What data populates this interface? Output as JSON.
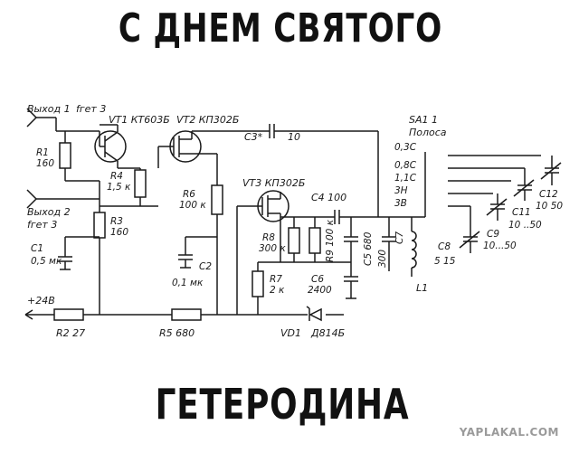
{
  "captions": {
    "top": "С ДНЕМ СВЯТОГО",
    "bottom": "ГЕТЕРОДИНА"
  },
  "watermark": "YAPLAKAL.COM",
  "schematic": {
    "labels": {
      "out1": "Выход 1",
      "fget1": "fгет 3",
      "out2": "Выход 2",
      "fget2": "fгет 3",
      "vt1": "VT1  КТ603Б",
      "vt2": "VT2  КП302Б",
      "vt3": "VT3  КП302Б",
      "c3": "С3*",
      "c3v": "10",
      "r1": "R1",
      "r1v": "160",
      "r3": "R3",
      "r3v": "160",
      "r4": "R4",
      "r4v": "1,5 к",
      "r6": "R6",
      "r6v": "100 к",
      "r8": "R8",
      "r8v": "300 к",
      "r9": "R9 100 к",
      "r7": "R7",
      "r7v": "2 к",
      "c1": "С1",
      "c1v": "0,5 мк",
      "c2": "С2",
      "c2v": "0,1 мк",
      "c4": "С4  100",
      "c5": "С5  680",
      "c6": "С6",
      "c6v": "2400",
      "c7": "С7",
      "c7v": "300",
      "c8": "С8",
      "c8v": "5  15",
      "c9": "С9",
      "c9v": "10...50",
      "c11": "С11",
      "c11v": "10 ..50",
      "c12": "С12",
      "c12v": "10  50",
      "l1": "L1",
      "sa1": "SA1  1",
      "band": "Полоса",
      "b1": "0,3С",
      "b2": "0,8С",
      "b3": "1,1С",
      "b4": "3Н",
      "b5": "3В",
      "vd1": "VD1",
      "vd1v": "Д814Б",
      "plus24": "+24В",
      "r2": "R2  27",
      "r5": "R5  680"
    }
  }
}
